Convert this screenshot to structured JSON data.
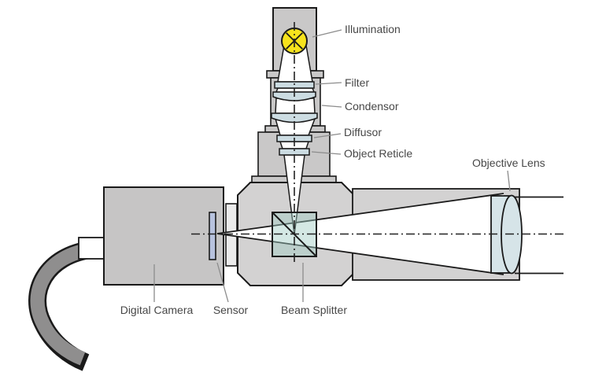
{
  "labels": {
    "illumination": "Illumination",
    "filter": "Filter",
    "condensor": "Condensor",
    "diffusor": "Diffusor",
    "object_reticle": "Object Reticle",
    "objective_lens": "Objective Lens",
    "digital_camera": "Digital Camera",
    "sensor": "Sensor",
    "beam_splitter": "Beam Splitter"
  },
  "colors": {
    "background": "#ffffff",
    "outline": "#1a1a1a",
    "housing_gray": "#d3d2d2",
    "tube_gray": "#c9c8c8",
    "camera_gray": "#c6c5c5",
    "mount_gray": "#ebebeb",
    "cable_gray": "#8f8e8e",
    "glass_light_blue": "#ccdce2",
    "lens_blue": "#d6e4e8",
    "beam_splitter_teal": "rgba(160,205,196,0.45)",
    "sensor_lavender": "#b7c2de",
    "lamp_yellow": "#f6e31c",
    "beam_white": "#ffffff",
    "pointer_gray": "#8c8c8c",
    "label_text": "#474747"
  }
}
